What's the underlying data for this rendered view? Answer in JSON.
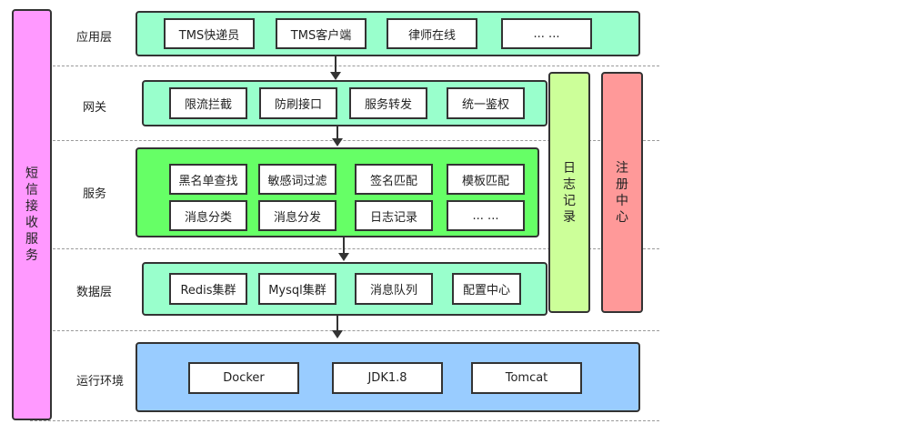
{
  "colors": {
    "sms_bar": "#ff99ff",
    "app_layer": "#99ffcc",
    "gateway_layer": "#99ffcc",
    "service_layer": "#66ff66",
    "data_layer": "#99ffcc",
    "runtime_layer": "#99ccff",
    "log_bar": "#ccff99",
    "registry_bar": "#ff9999"
  },
  "side": {
    "sms_service": "短信接收服务",
    "log_record": "日志记录",
    "registry_center": "注册中心"
  },
  "layers": {
    "app": {
      "label": "应用层",
      "items": [
        "TMS快递员",
        "TMS客户端",
        "律师在线",
        "... ..."
      ]
    },
    "gateway": {
      "label": "网关",
      "items": [
        "限流拦截",
        "防刷接口",
        "服务转发",
        "统一鉴权"
      ]
    },
    "service": {
      "label": "服务",
      "row1": [
        "黑名单查找",
        "敏感词过滤",
        "签名匹配",
        "模板匹配"
      ],
      "row2": [
        "消息分类",
        "消息分发",
        "日志记录",
        "...  ..."
      ]
    },
    "data": {
      "label": "数据层",
      "items": [
        "Redis集群",
        "Mysql集群",
        "消息队列",
        "配置中心"
      ]
    },
    "runtime": {
      "label": "运行环境",
      "items": [
        "Docker",
        "JDK1.8",
        "Tomcat"
      ]
    }
  }
}
